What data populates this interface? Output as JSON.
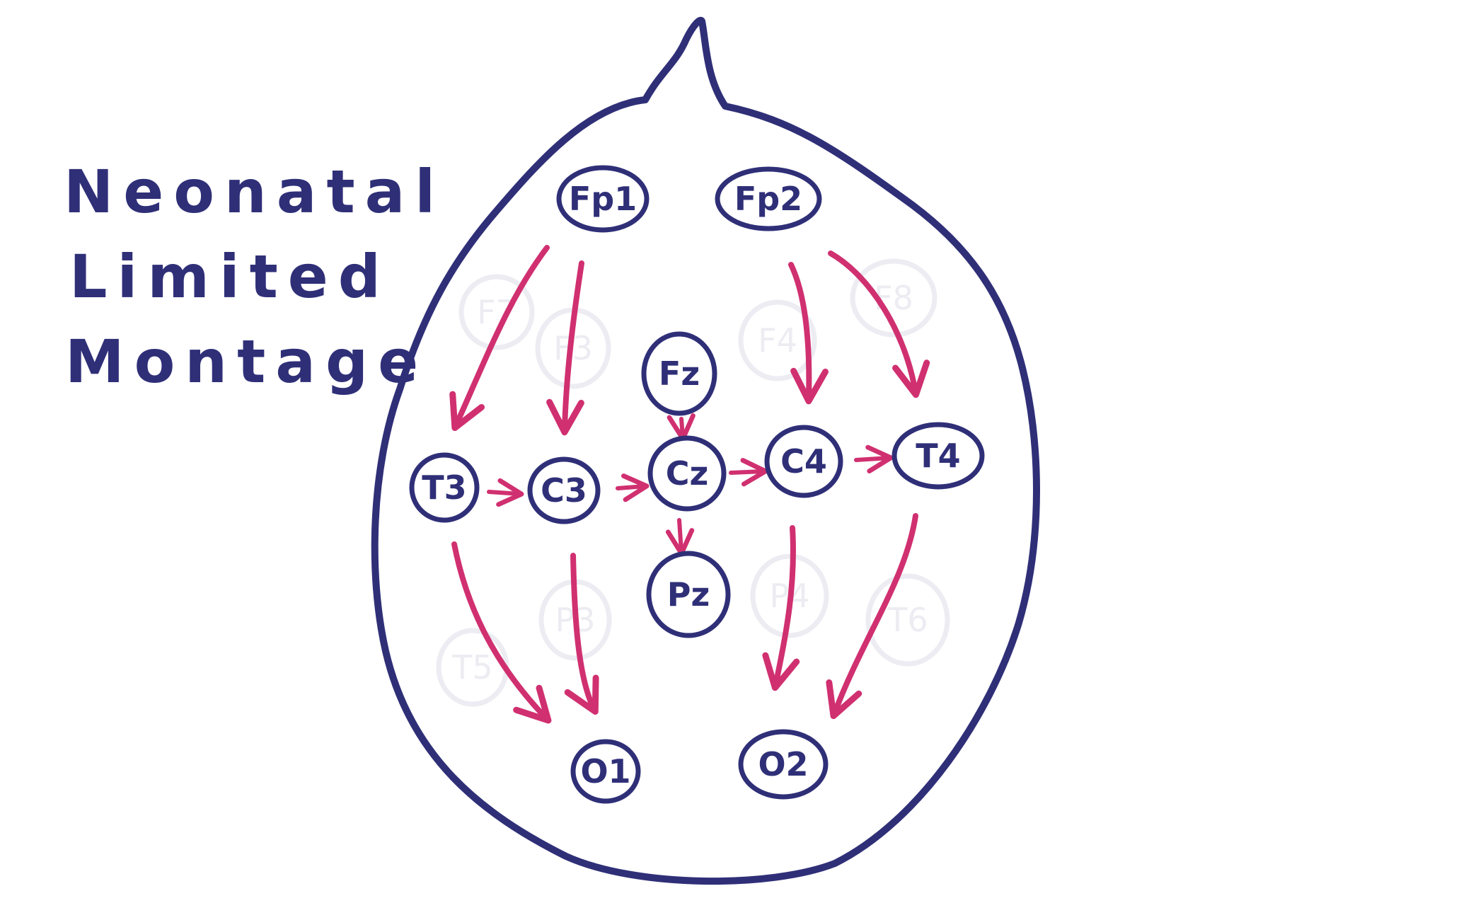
{
  "title_lines": [
    "Neonatal",
    "Limited",
    "Montage"
  ],
  "colors": {
    "outline": "#2f2f78",
    "arrow": "#d03070",
    "faint": "#ececf2"
  },
  "electrodes": [
    "Fp1",
    "Fp2",
    "Fz",
    "T3",
    "C3",
    "Cz",
    "C4",
    "T4",
    "Pz",
    "O1",
    "O2"
  ],
  "omitted_electrodes": [
    "F7",
    "F3",
    "F4",
    "F8",
    "T5",
    "P3",
    "P4",
    "T6"
  ],
  "connections": [
    {
      "from": "Fp1",
      "to": "T3"
    },
    {
      "from": "Fp1",
      "to": "C3"
    },
    {
      "from": "Fp2",
      "to": "C4"
    },
    {
      "from": "Fp2",
      "to": "T4"
    },
    {
      "from": "T3",
      "to": "C3"
    },
    {
      "from": "C3",
      "to": "Cz"
    },
    {
      "from": "Cz",
      "to": "C4"
    },
    {
      "from": "C4",
      "to": "T4"
    },
    {
      "from": "Fz",
      "to": "Cz"
    },
    {
      "from": "Cz",
      "to": "Pz"
    },
    {
      "from": "T3",
      "to": "O1"
    },
    {
      "from": "C3",
      "to": "O1"
    },
    {
      "from": "C4",
      "to": "O2"
    },
    {
      "from": "T4",
      "to": "O2"
    }
  ]
}
